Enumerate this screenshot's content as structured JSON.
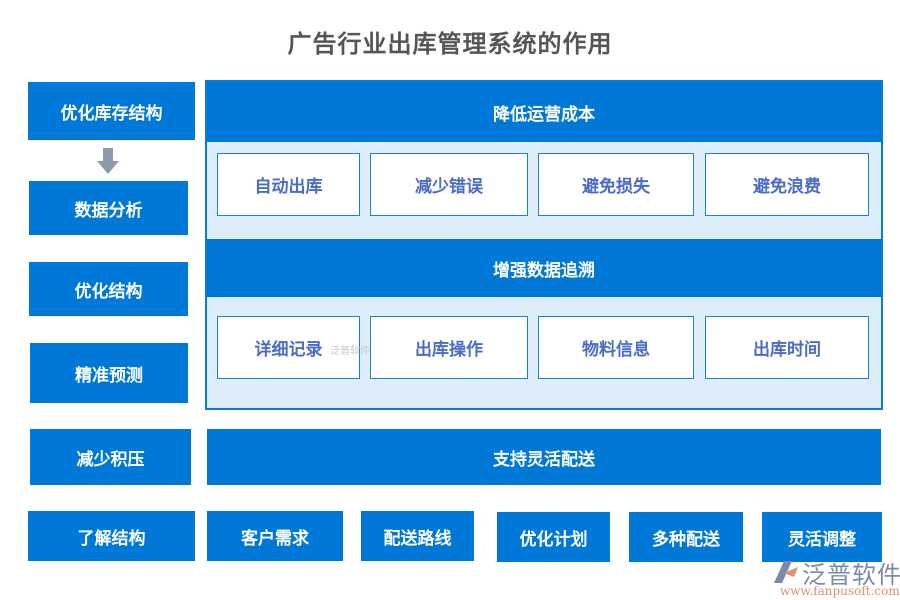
{
  "title": "广告行业出库管理系统的作用",
  "left_column": [
    "优化库存结构",
    "数据分析",
    "优化结构",
    "精准预测",
    "减少积压",
    "了解结构"
  ],
  "panel": {
    "section1": {
      "header": "降低运营成本",
      "items": [
        "自动出库",
        "减少错误",
        "避免损失",
        "避免浪费"
      ]
    },
    "section2": {
      "header": "增强数据追溯",
      "items": [
        "详细记录",
        "出库操作",
        "物料信息",
        "出库时间"
      ]
    }
  },
  "delivery_bar": "支持灵活配送",
  "bottom_row": [
    "客户需求",
    "配送路线",
    "优化计划",
    "多种配送",
    "灵活调整"
  ],
  "watermark": {
    "name": "泛普软件",
    "url": "www.fanpusoft.com",
    "small": "泛普软件"
  },
  "colors": {
    "primary": "#0078d7",
    "panel_bg": "#ddeefa",
    "card_text": "#4a6cc8",
    "title": "#555555",
    "arrow": "#8e9aab"
  }
}
